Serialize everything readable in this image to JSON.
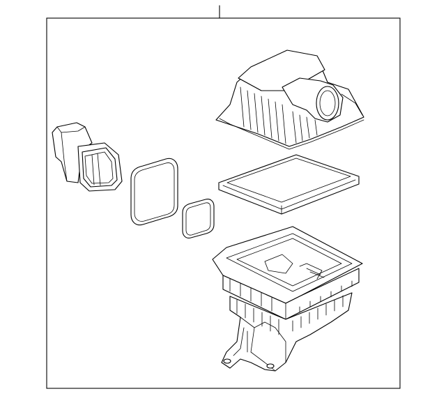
{
  "diagram": {
    "parts": [
      {
        "id": "air-cleaner-cover",
        "icon": "air-cleaner-cover-icon"
      },
      {
        "id": "air-filter-element",
        "icon": "air-filter-icon"
      },
      {
        "id": "air-cleaner-housing",
        "icon": "air-cleaner-housing-icon"
      },
      {
        "id": "intake-duct",
        "icon": "intake-duct-icon"
      },
      {
        "id": "large-seal",
        "icon": "seal-icon"
      },
      {
        "id": "small-seal",
        "icon": "seal-icon"
      }
    ],
    "colors": {
      "line": "#000000",
      "background": "#ffffff"
    }
  }
}
